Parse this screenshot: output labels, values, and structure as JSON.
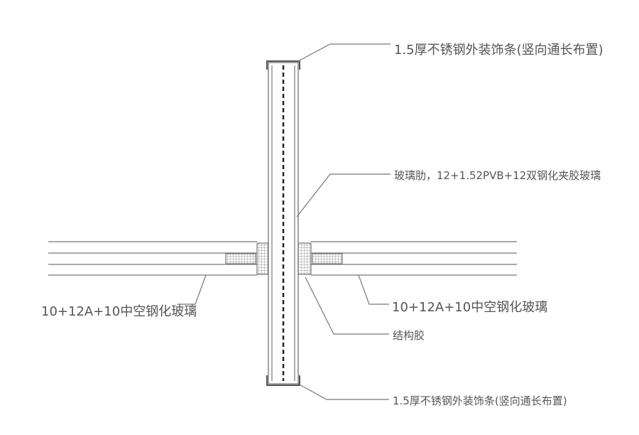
{
  "labels": {
    "top_trim": "1.5厚不锈钢外装饰条(竖向通长布置)",
    "glass_fin": "玻璃肋，12+1.52PVB+12双钢化夹胶玻璃",
    "left_glass": "10+12A+10中空钢化玻璃",
    "right_glass": "10+12A+10中空钢化玻璃",
    "structural_sealant": "结构胶",
    "bottom_trim": "1.5厚不锈钢外装饰条(竖向通长布置)"
  }
}
